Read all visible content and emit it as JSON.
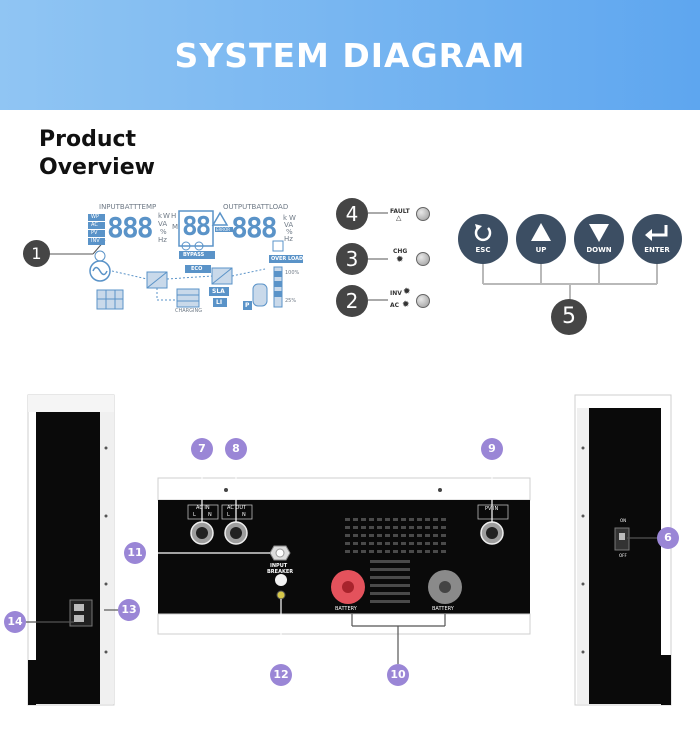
{
  "header": {
    "title": "SYSTEM DIAGRAM"
  },
  "overview": {
    "line1": "Product",
    "line2": "Overview"
  },
  "lcd": {
    "input_batt_temp": "INPUTBATTTEMP",
    "output_batt_load": "OUTPUTBATTLOAD",
    "mode_labels": [
      "WP",
      "AC",
      "PV",
      "INV"
    ],
    "digits_left": "888",
    "digits_mid": "88",
    "digits_right": "888",
    "units_left": [
      "k",
      "W",
      "H",
      "VA",
      "%",
      "Hz"
    ],
    "units_right": [
      "k",
      "W",
      "VA",
      "%",
      "Hz"
    ],
    "mid_m": "M",
    "error": "ERROR",
    "bypass": "BYPASS",
    "eco": "ECO",
    "sla": "SLA",
    "li": "LI",
    "charging": "CHARGING",
    "overload": "OVER LOAD",
    "pct100": "100%",
    "pct25": "25%",
    "p": "P"
  },
  "callouts": {
    "c1": "1",
    "c2": "2",
    "c3": "3",
    "c4": "4",
    "c5": "5"
  },
  "leds": {
    "fault": "FAULT",
    "chg": "CHG",
    "inv": "INV",
    "ac": "AC"
  },
  "keys": [
    {
      "label": "ESC"
    },
    {
      "label": "UP"
    },
    {
      "label": "DOWN"
    },
    {
      "label": "ENTER"
    }
  ],
  "panel": {
    "ac_in": "AC IN",
    "ac_out": "AC OUT",
    "l": "L",
    "n": "N",
    "pv_in": "PV IN",
    "input_breaker_1": "INPUT",
    "input_breaker_2": "BREAKER",
    "battery_neg": "BATTERY",
    "battery_pos": "BATTERY"
  },
  "markers": [
    "6",
    "7",
    "8",
    "9",
    "10",
    "11",
    "12",
    "13",
    "14"
  ],
  "switch": {
    "on": "ON",
    "off": "OFF"
  },
  "colors": {
    "banner": "#6aaef0",
    "marker": "#9a86d6",
    "key": "#3c4e63",
    "lcd": "#5a93c8",
    "positive": "#e4525c",
    "negative": "#8a8a8a"
  }
}
